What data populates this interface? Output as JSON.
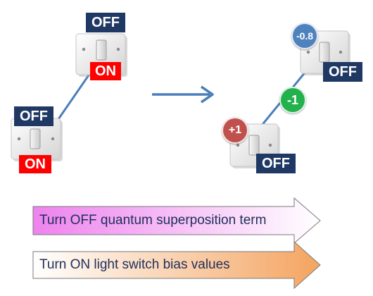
{
  "left_switches": {
    "top": {
      "off_label": "OFF",
      "on_label": "ON"
    },
    "bottom": {
      "off_label": "OFF",
      "on_label": "ON"
    }
  },
  "right_switches": {
    "top": {
      "bias": "-0.8",
      "off_label": "OFF"
    },
    "coupling": "-1",
    "bottom": {
      "bias": "+1",
      "off_label": "OFF"
    }
  },
  "arrows": {
    "superposition": "Turn OFF quantum superposition term",
    "bias": "Turn ON light switch bias values"
  },
  "colors": {
    "off_label": "#1f3864",
    "on_label": "#ff0000",
    "connector": "#4a7ebb",
    "bias_negative": "#4f81bd",
    "bias_positive": "#c0504d",
    "coupling": "#22b14c",
    "superposition_gradient_start": "#ee82ee",
    "bias_gradient_end": "#f4a460"
  }
}
